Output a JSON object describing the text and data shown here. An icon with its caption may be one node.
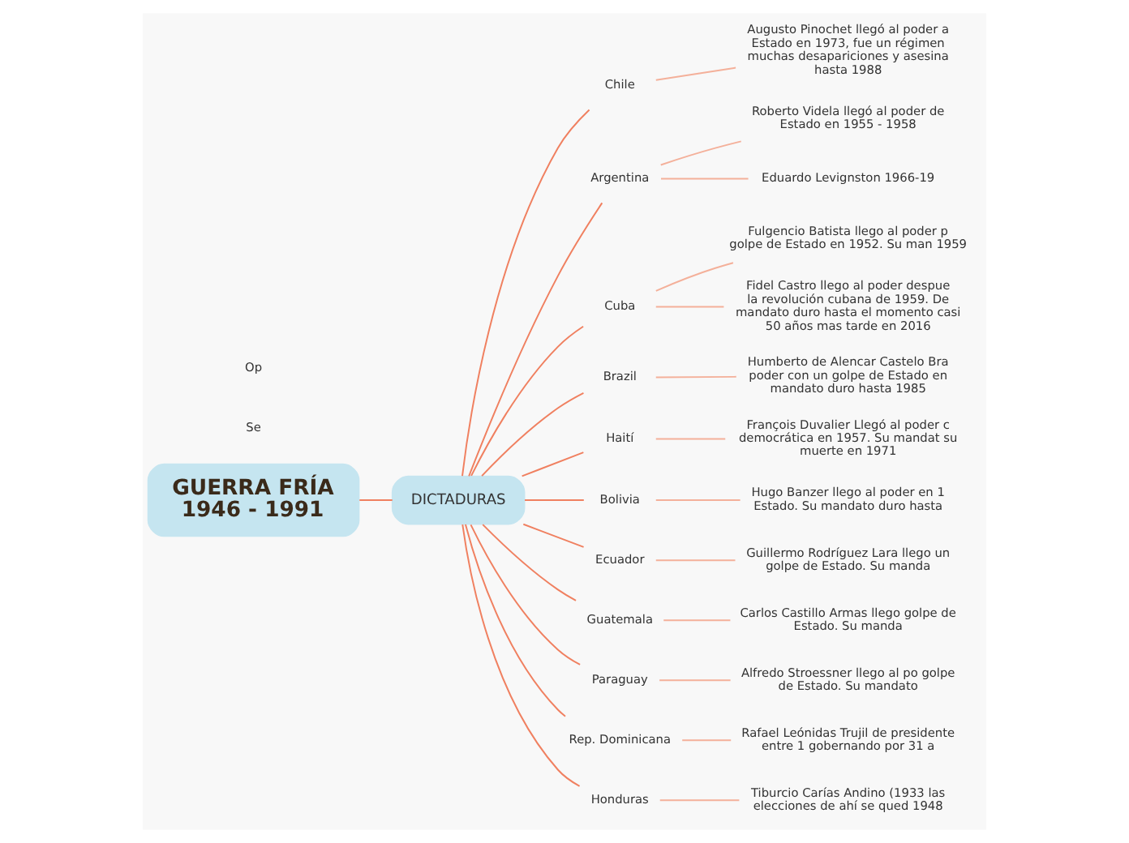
{
  "diagram": {
    "nodes": [
      {
        "text": [
          "GUERRA FRÍA 1946 - 1991"
        ]
      },
      {
        "text": [
          "DICTADURAS"
        ]
      },
      {
        "text": [
          "Chile"
        ]
      },
      {
        "text": [
          "Augusto Pinochet llegó al poder a Estado en 1973, fue un régimen muchas desapariciones y asesina hasta 1988"
        ]
      },
      {
        "text": [
          "Argentina"
        ]
      },
      {
        "text": [
          "Roberto Videla llegó al poder de Estado en 1955 - 1958"
        ]
      },
      {
        "text": [
          "Eduardo Levignston 1966-19"
        ]
      },
      {
        "text": [
          "Cuba"
        ]
      },
      {
        "text": [
          "Fulgencio Batista llego al poder p golpe de Estado en 1952. Su man 1959"
        ]
      },
      {
        "text": [
          "Fidel Castro llego al poder despue la revolución cubana de 1959. De mandato duro hasta el momento casi 50 años mas tarde en 2016"
        ]
      },
      {
        "text": [
          "Brazil"
        ]
      },
      {
        "text": [
          "Humberto de Alencar Castelo Bra poder con un golpe de Estado en mandato duro hasta 1985"
        ]
      },
      {
        "text": [
          "Haití"
        ]
      },
      {
        "text": [
          "François Duvalier Llegó al poder c democrática en 1957. Su mandat su muerte en 1971"
        ]
      },
      {
        "text": [
          "Bolivia"
        ]
      },
      {
        "text": [
          "Hugo Banzer llego al poder en 1 Estado. Su mandato duro hasta"
        ]
      },
      {
        "text": [
          "Ecuador"
        ]
      },
      {
        "text": [
          "Guillermo Rodríguez Lara llego un golpe de Estado. Su manda"
        ]
      },
      {
        "text": [
          "Guatemala"
        ]
      },
      {
        "text": [
          "Carlos Castillo Armas llego golpe de Estado. Su manda"
        ]
      },
      {
        "text": [
          "Paraguay"
        ]
      },
      {
        "text": [
          "Alfredo Stroessner llego al po golpe de Estado. Su mandato"
        ]
      },
      {
        "text": [
          "Rep. Dominicana"
        ]
      },
      {
        "text": [
          "Rafael Leónidas Trujil de presidente entre 1 gobernando por 31 a"
        ]
      },
      {
        "text": [
          "Honduras"
        ]
      },
      {
        "text": [
          "Tiburcio Carías Andino (1933 las elecciones de ahí se qued 1948"
        ]
      },
      {
        "text": [
          "Se"
        ]
      },
      {
        "text": [
          "Op"
        ]
      }
    ],
    "edges": [
      {
        "from": 0,
        "to": 1,
        "arrow": "none",
        "color": "#f08060"
      },
      {
        "from": 1,
        "to": 2,
        "arrow": "none",
        "color": "#f08060"
      },
      {
        "from": 2,
        "to": 3,
        "arrow": "none"
      },
      {
        "from": 1,
        "to": 4,
        "arrow": "none",
        "color": "#f08060"
      },
      {
        "from": 4,
        "to": 5,
        "arrow": "none"
      },
      {
        "from": 4,
        "to": 6,
        "arrow": "none"
      },
      {
        "from": 1,
        "to": 7,
        "arrow": "none",
        "color": "#f08060"
      },
      {
        "from": 7,
        "to": 8,
        "arrow": "none"
      },
      {
        "from": 7,
        "to": 9,
        "arrow": "none"
      },
      {
        "from": 1,
        "to": 10,
        "arrow": "none",
        "color": "#f08060"
      },
      {
        "from": 10,
        "to": 11,
        "arrow": "none"
      },
      {
        "from": 1,
        "to": 12,
        "arrow": "none",
        "color": "#f08060"
      },
      {
        "from": 12,
        "to": 13,
        "arrow": "none"
      },
      {
        "from": 1,
        "to": 14,
        "arrow": "none",
        "color": "#f08060"
      },
      {
        "from": 14,
        "to": 15,
        "arrow": "none"
      },
      {
        "from": 1,
        "to": 16,
        "arrow": "none",
        "color": "#f08060"
      },
      {
        "from": 16,
        "to": 17,
        "arrow": "none"
      },
      {
        "from": 1,
        "to": 18,
        "arrow": "none",
        "color": "#f08060"
      },
      {
        "from": 18,
        "to": 19,
        "arrow": "none"
      },
      {
        "from": 1,
        "to": 20,
        "arrow": "none",
        "color": "#f08060"
      },
      {
        "from": 20,
        "to": 21,
        "arrow": "none"
      },
      {
        "from": 1,
        "to": 22,
        "arrow": "none",
        "color": "#f08060"
      },
      {
        "from": 22,
        "to": 23,
        "arrow": "none"
      },
      {
        "from": 1,
        "to": 24,
        "arrow": "none",
        "color": "#f08060"
      },
      {
        "from": 24,
        "to": 25,
        "arrow": "none"
      }
    ]
  }
}
